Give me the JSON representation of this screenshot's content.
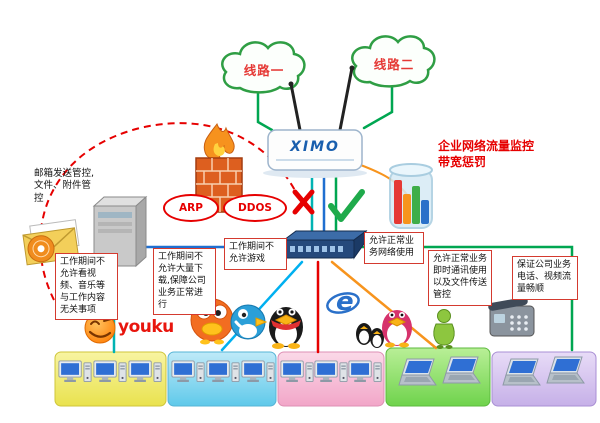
{
  "clouds": {
    "line1": "线路一",
    "line2": "线路二"
  },
  "router": {
    "brand": "XIMO"
  },
  "threats": {
    "arp": "ARP",
    "ddos": "DDOS"
  },
  "notes": {
    "email_control": "邮箱发送管控,文件、附件管控",
    "traffic_monitor": "企业网络流量监控\n带宽惩罚"
  },
  "callouts": {
    "no_video": "工作期间不允许看视频、音乐等与工作内容无关事项",
    "no_download": "工作期间不允许大量下载,保障公司业务正常进行",
    "no_games": "工作期间不允许游戏",
    "allow_network": "允许正常业务网络使用",
    "allow_im": "允许正常业务即时通讯使用以及文件传送管控",
    "voice_quality": "保证公司业务电话、视频流量畅顺"
  },
  "logos": {
    "youku_wordmark": "youku",
    "ie_letter": "e"
  },
  "colors": {
    "alert_red": "#e60000",
    "link_green": "#00a651",
    "link_blue": "#1f6fd0",
    "link_teal": "#00b3b3",
    "link_orange": "#f7941d",
    "link_cyan": "#00b0f0"
  }
}
